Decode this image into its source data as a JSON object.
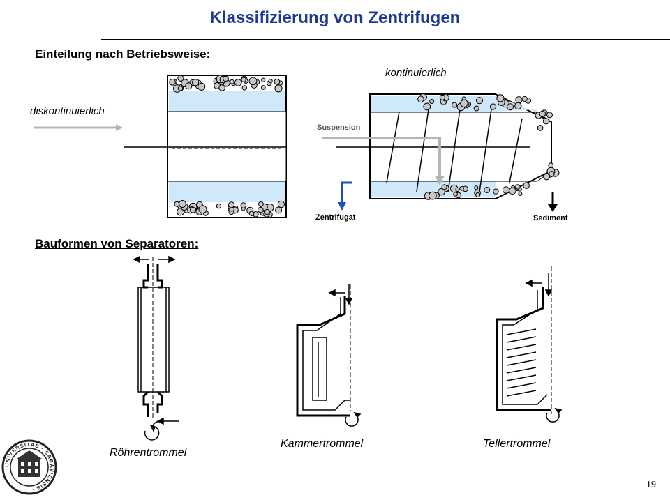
{
  "title": "Klassifizierung von Zentrifugen",
  "section1": {
    "heading": "Einteilung nach Betriebsweise:",
    "left_label": "diskontinuierlich",
    "right_label": "kontinuierlich",
    "suspension": "Suspension",
    "zentrifugat": "Zentrifugat",
    "sediment": "Sediment"
  },
  "section2": {
    "heading": "Bauformen von Separatoren:",
    "captions": [
      "Röhrentrommel",
      "Kammertrommel",
      "Tellertrommel"
    ]
  },
  "footer": {
    "page_number": "19",
    "logo_text": "UNIVERSITAS SARAVIENSIS"
  },
  "colors": {
    "title": "#1c3a8f",
    "bowl_fill": "#cfe9fb",
    "particle_fill": "#c8c8c8",
    "arrow_gray": "#b4b4b4",
    "arrow_blue": "#1a4fc0"
  }
}
